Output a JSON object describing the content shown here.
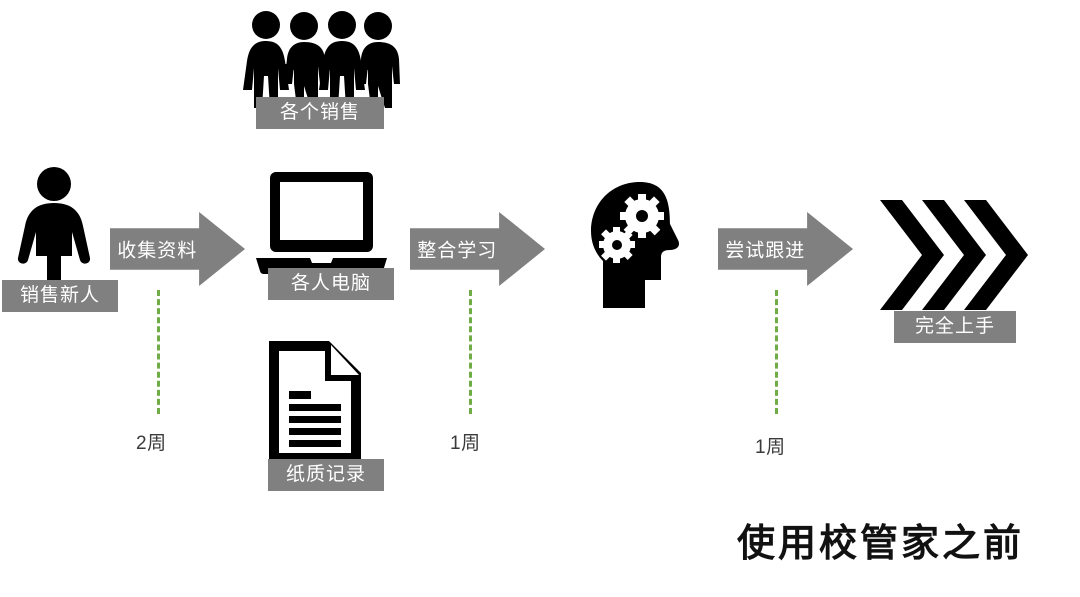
{
  "diagram": {
    "title": "使用校管家之前",
    "nodes": {
      "new_hire": {
        "label": "销售新人",
        "icon": "person-icon"
      },
      "sales_team": {
        "label": "各个销售",
        "icon": "group-of-people-icon"
      },
      "personal_computer": {
        "label": "各人电脑",
        "icon": "laptop-icon"
      },
      "paper_records": {
        "label": "纸质记录",
        "icon": "document-icon"
      },
      "learning_brain": {
        "label": "",
        "icon": "head-with-gears-icon"
      },
      "fully_proficient": {
        "label": "完全上手",
        "icon": "triple-chevron-icon"
      }
    },
    "arrows": [
      {
        "label": "收集资料"
      },
      {
        "label": "整合学习"
      },
      {
        "label": "尝试跟进"
      }
    ],
    "durations": [
      {
        "label": "2周"
      },
      {
        "label": "1周"
      },
      {
        "label": "1周"
      }
    ],
    "colors": {
      "arrow_gray": "#808080",
      "chip_gray": "#808080",
      "timeline_green": "#70AD47",
      "icon_black": "#000000",
      "background": "#ffffff",
      "title_text": "#111111"
    }
  }
}
